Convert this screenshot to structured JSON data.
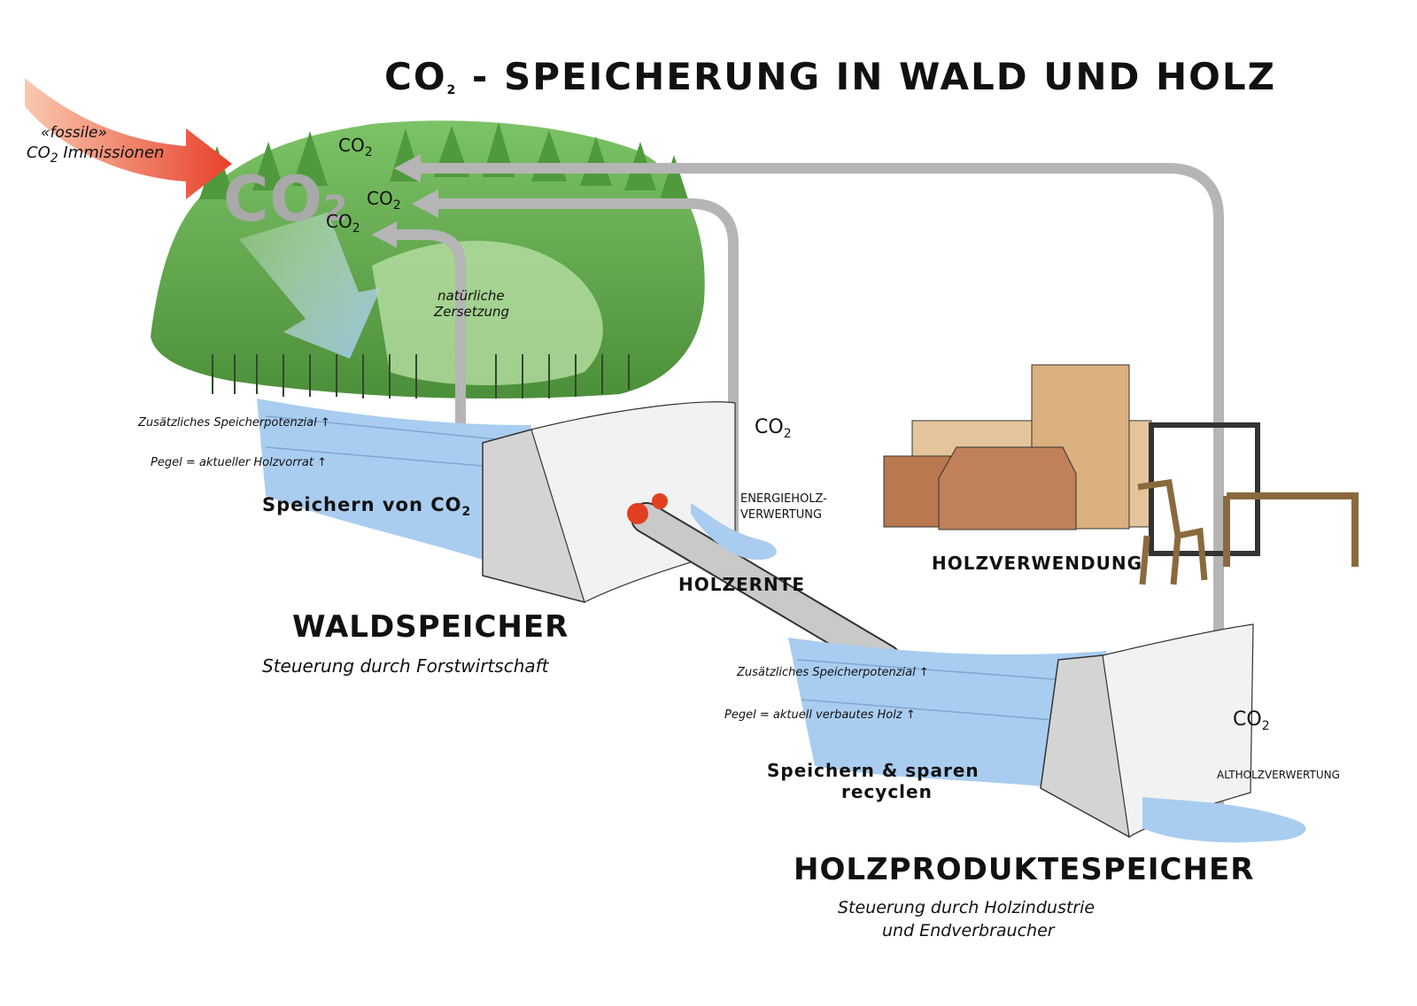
{
  "title": {
    "prefix": "CO",
    "sub": "2",
    "rest": " - SPEICHERUNG IN WALD UND HOLZ"
  },
  "fossil": {
    "line1": "«fossile»",
    "line2_prefix": "CO",
    "line2_sub": "2",
    "line2_rest": " Immissionen"
  },
  "co2": {
    "big_prefix": "CO",
    "big_sub": "2",
    "small_prefix": "CO",
    "small_sub": "2"
  },
  "forest": {
    "decomposition_line1": "natürliche",
    "decomposition_line2": "Zersetzung",
    "potential": "Zusätzliches Speicherpotenzial",
    "level": "Pegel = aktueller Holzvorrat",
    "store_prefix": "Speichern von CO",
    "store_sub": "2",
    "heading": "WALDSPEICHER",
    "control": "Steuerung durch Forstwirtschaft"
  },
  "harvest": {
    "label": "HOLZERNTE",
    "energy_line1": "ENERGIEHOLZ-",
    "energy_line2": "VERWERTUNG"
  },
  "usage": {
    "label": "HOLZVERWENDUNG"
  },
  "products": {
    "potential": "Zusätzliches Speicherpotenzial",
    "level": "Pegel = aktuell verbautes Holz",
    "store_line1": "Speichern & sparen",
    "store_line2": "recyclen",
    "waste_wood": "ALTHOLZVERWERTUNG",
    "heading": "HOLZPRODUKTESPEICHER",
    "control_line1": "Steuerung durch Holzindustrie",
    "control_line2": "und Endverbraucher"
  },
  "colors": {
    "tree_dark": "#4f9a3c",
    "tree_light": "#9fd28a",
    "water": "#a9cdf0",
    "pipe": "#b5b5b5",
    "arrow_red": "#e8402a",
    "arrow_light": "#f7b59a",
    "concrete": "#cfcfcf",
    "building": "#b9784f",
    "wood": "#d8b98a"
  }
}
